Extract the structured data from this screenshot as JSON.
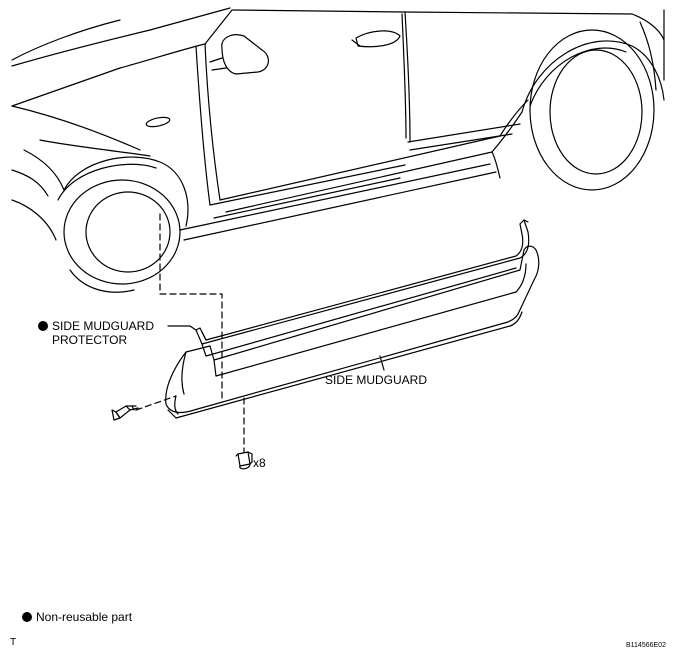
{
  "labels": {
    "side_mudguard_protector_line1": "SIDE MUDGUARD",
    "side_mudguard_protector_line2": "PROTECTOR",
    "side_mudguard": "SIDE MUDGUARD",
    "clip_quantity": "x8",
    "legend_text": "Non-reusable part",
    "corner_mark": "T",
    "illustration_code": "B114566E02"
  },
  "icons": {
    "non_reusable_marker": "filled-circle-icon"
  },
  "colors": {
    "line": "#000000",
    "background": "#ffffff"
  }
}
